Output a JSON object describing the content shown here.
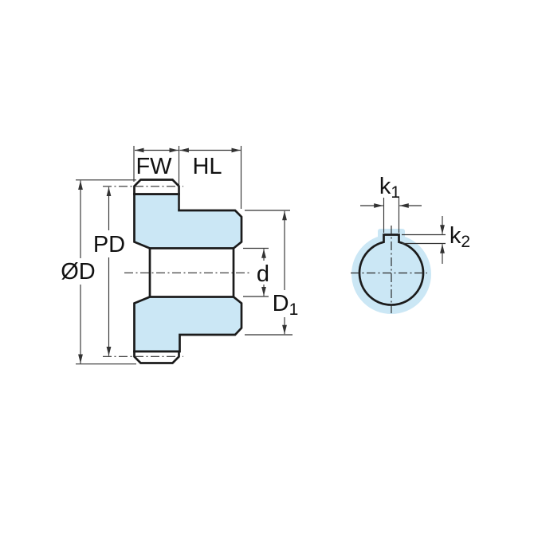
{
  "drawing": {
    "labels": {
      "face_width": "FW",
      "hub_length": "HL",
      "pitch_diameter": "PD",
      "outside_diameter": "ØD",
      "bore_diameter": "d",
      "hub_diameter_main": "D",
      "hub_diameter_sub": "1",
      "keyway_width_main": "k",
      "keyway_width_sub": "1",
      "keyway_depth_main": "k",
      "keyway_depth_sub": "2"
    },
    "colors": {
      "part_fill": "#cbe7f5",
      "outline": "#1b1b1b",
      "dimension_lines": "#333333",
      "background": "#ffffff"
    }
  }
}
